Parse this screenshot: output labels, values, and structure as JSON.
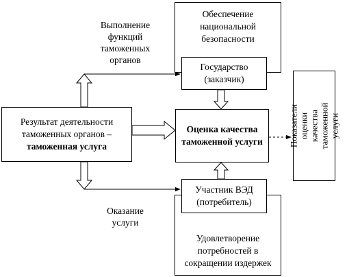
{
  "nodes": {
    "security": "Обеспечение национальной безопасности",
    "state": "Государство (заказчик)",
    "result_line1": "Результат деятельности таможенных органов –",
    "result_line2": "таможенная услуга",
    "quality": "Оценка качества таможенной услуги",
    "participant": "Участник ВЭД (потребитель)",
    "needs": "Удовлетворение потребностей в сокращении издержек",
    "indicators": "Показатели оценки качества таможенной услуги"
  },
  "labels": {
    "functions": "Выполнение функций таможенных органов",
    "providing": "Оказание услуги"
  }
}
